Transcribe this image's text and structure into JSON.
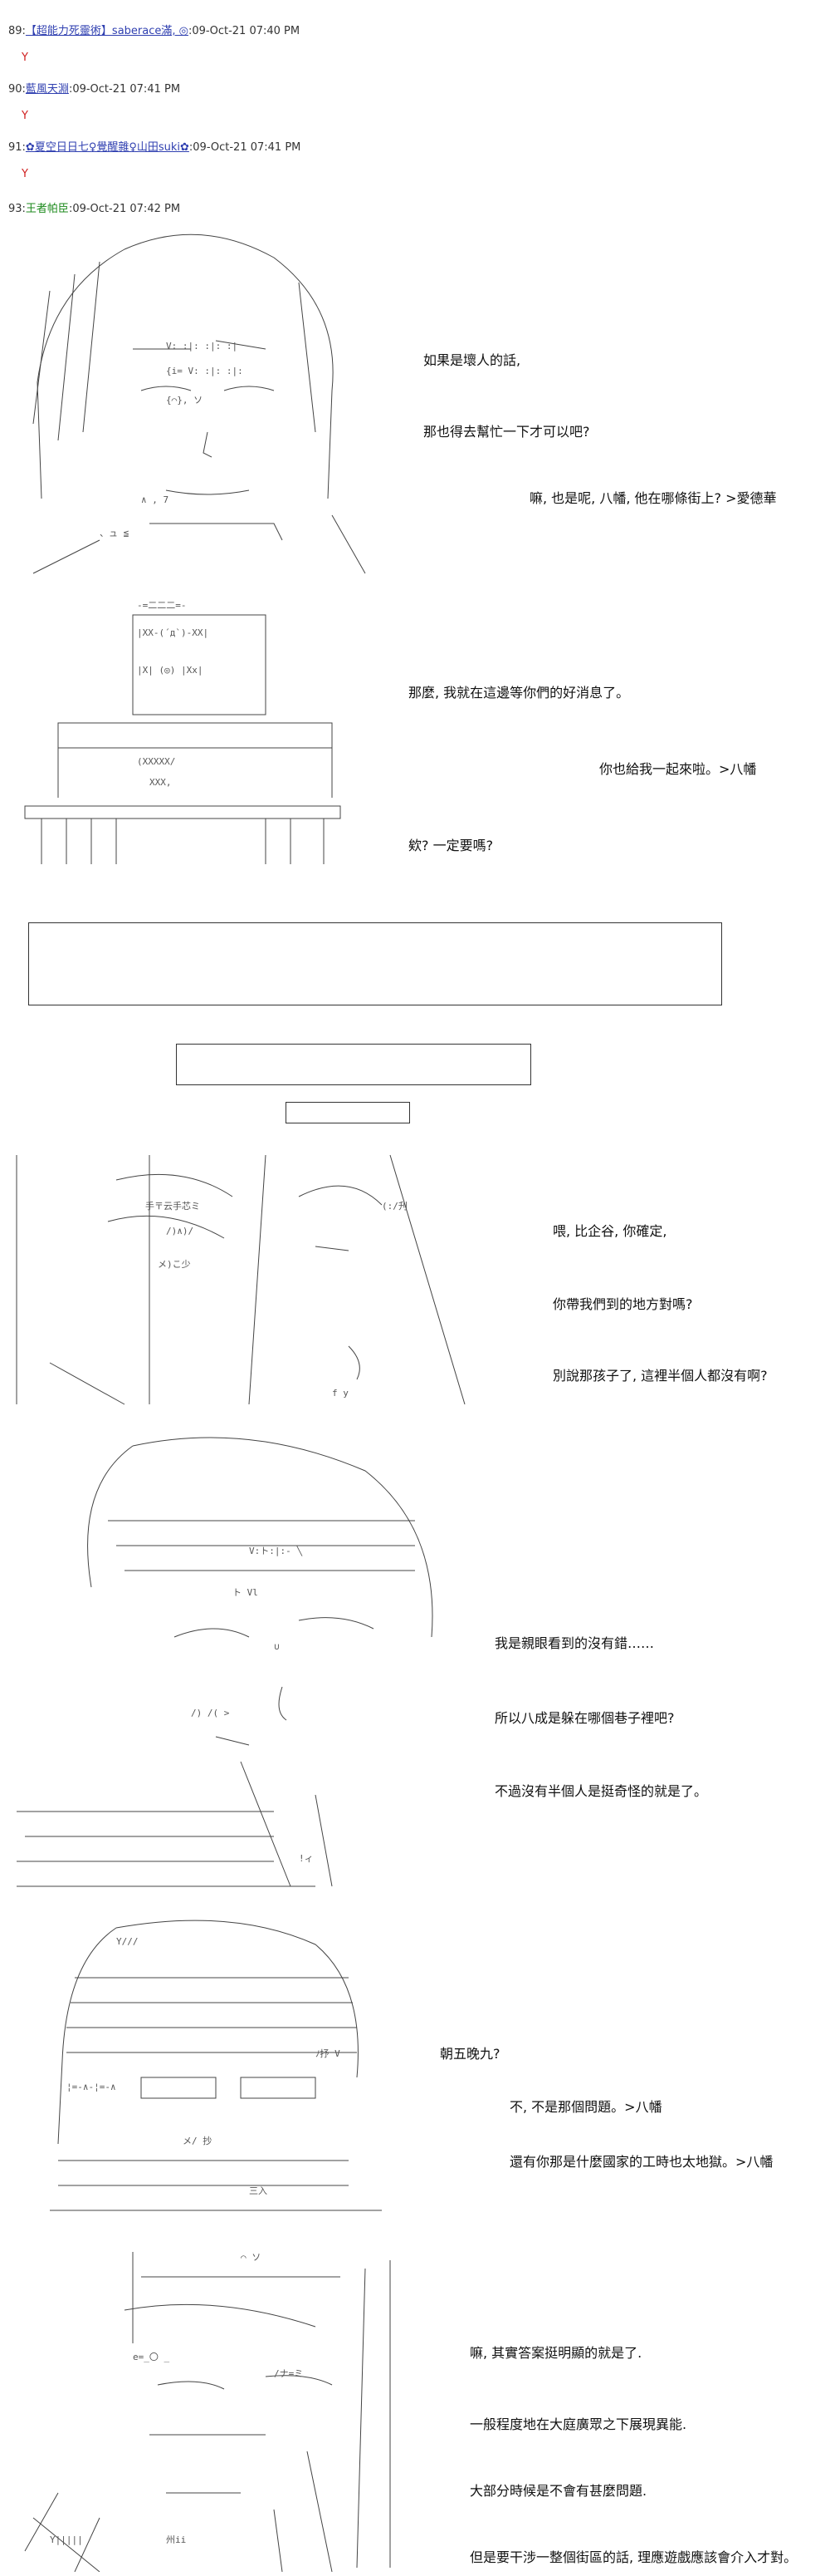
{
  "posts": [
    {
      "num": "89:",
      "name": "【超能力死靈術】saberace滿, ◎",
      "date": ":09-Oct-21 07:40 PM",
      "body": "Y"
    },
    {
      "num": "90:",
      "name": "藍風天淵",
      "date": ":09-Oct-21 07:41 PM",
      "body": "Y"
    },
    {
      "num": "91:",
      "name": "✿夏空日日七♀覺醒雜♀山田suki✿",
      "date": ":09-Oct-21 07:41 PM",
      "body": "Y"
    },
    {
      "num": "93:",
      "name": "王者帕臣",
      "date": ":09-Oct-21 07:42 PM",
      "body": ""
    }
  ],
  "dialogue": {
    "p1_l1": "如果是壞人的話,",
    "p1_l2": "那也得去幫忙一下才可以吧?",
    "p1_l3": "嘛, 也是呢, 八幡, 他在哪條街上? >愛德華",
    "p2_l1": "那麼, 我就在這邊等你們的好消息了。",
    "p2_l2": "你也給我一起來啦。>八幡",
    "p2_l3": "欸? 一定要嗎?",
    "p3_l1": "喂, 比企谷, 你確定,",
    "p3_l2": "你帶我們到的地方對嗎?",
    "p3_l3": "別說那孩子了, 這裡半個人都沒有啊?",
    "p4_l1": "我是親眼看到的沒有錯……",
    "p4_l2": "所以八成是躲在哪個巷子裡吧?",
    "p4_l3": "不過沒有半個人是挺奇怪的就是了。",
    "p5_l1": "朝五晚九?",
    "p5_l2": "不, 不是那個問題。>八幡",
    "p5_l3": "還有你那是什麼國家的工時也太地獄。>八幡",
    "p6_l1": "嘛, 其實答案挺明顯的就是了.",
    "p6_l2": "一般程度地在大庭廣眾之下展現異能.",
    "p6_l3": "大部分時候是不會有甚麼問題.",
    "p6_l4": "但是要干涉一整個街區的話, 理應遊戲應該會介入才對。"
  },
  "aa_fragments": {
    "a1": "V: :|: :|: :|",
    "a2": "{i= V: :|: :|:",
    "a3": "{⌒}, ソ",
    "a4": "∧ ,  7",
    "a5": "、ュ ≦",
    "b1": "-=二二二=-",
    "b2": "|XX-(´д`)-XX|",
    "b3": "|X|  (◎)  |Xx|",
    "b4": "(XXXXX/",
    "b5": "XXX,",
    "c1": "手〒云手芯ミ",
    "c2": "/)∧)/",
    "c3": "メ)こ少",
    "c4": "f   y",
    "c5": "(:/刋",
    "d1": "V:ト:|:-  ╲",
    "d2": "ト  Vl",
    "d3": "∪",
    "d4": "/)  /( >",
    "d5": "!ィ",
    "e1": "¦=-∧-¦=-∧",
    "e2": "ﾉ抒 V",
    "e3": "メ/ 抄",
    "e4": "三入",
    "e5": "Y///",
    "f1": "⌒ ソ",
    "f2": "e=_〇 _",
    "f3": "/ナ=ミ",
    "f4": "Y|||||",
    "f5": "州ii"
  }
}
